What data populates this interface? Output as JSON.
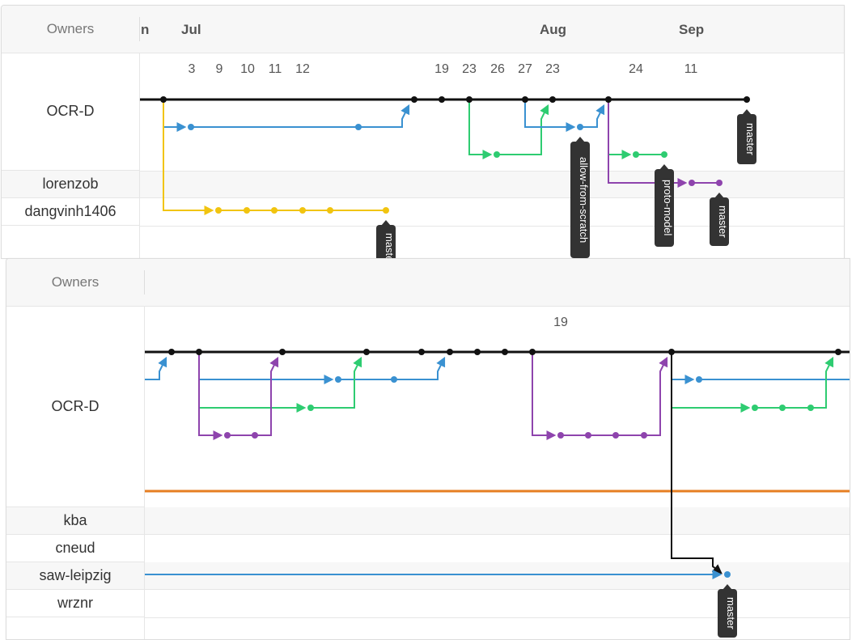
{
  "colors": {
    "black_branch": "#111111",
    "blue_branch": "#3a91d1",
    "green_branch": "#2ecc71",
    "purple_branch": "#8e44ad",
    "yellow_branch": "#f1c40f",
    "orange_branch": "#e67e22",
    "tag_bg": "#333333"
  },
  "top_panel": {
    "owners_header": "Owners",
    "months": [
      "n",
      "Jul",
      "Aug",
      "Sep"
    ],
    "days": [
      "3",
      "9",
      "10",
      "11",
      "12",
      "19",
      "23",
      "26",
      "27",
      "23",
      "24",
      "11"
    ],
    "owners": [
      "OCR-D",
      "lorenzob",
      "dangvinh1406"
    ],
    "tags": [
      "master",
      "allow-from-scratch",
      "proto-model",
      "master",
      "master"
    ]
  },
  "bottom_panel": {
    "owners_header": "Owners",
    "days": [
      "19"
    ],
    "owners": [
      "OCR-D",
      "kba",
      "cneud",
      "saw-leipzig",
      "wrznr"
    ],
    "tags": [
      "master"
    ]
  }
}
